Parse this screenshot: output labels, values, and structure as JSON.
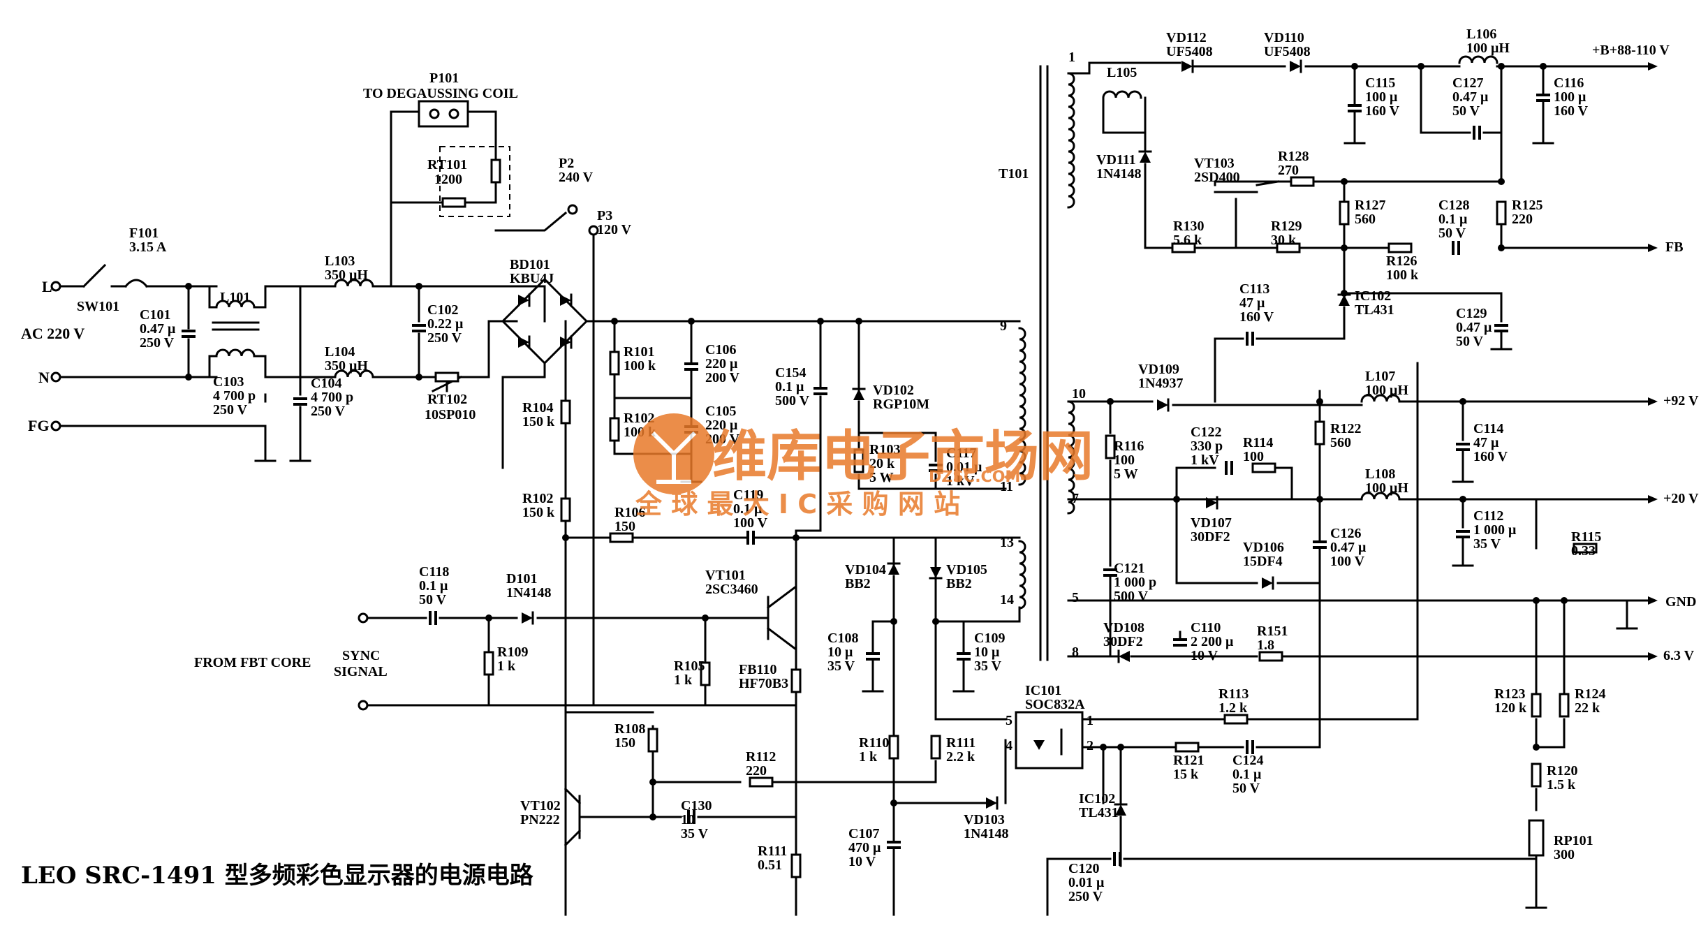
{
  "caption": "LEO SRC-1491 型多频彩色显示器的电源电路",
  "watermark": {
    "title": "维库电子市场网",
    "url": "DZSC.COM",
    "tagline": "全 球 最 大 I C 采 购 网 站",
    "color": "#e87a2a"
  },
  "terminals": {
    "L": "L",
    "N": "N",
    "FG": "FG",
    "ac": "AC 220 V",
    "sync1": "FROM FBT CORE",
    "sync2": "SYNC",
    "sync3": "SIGNAL"
  },
  "outputs": {
    "b": "+B+88-110 V",
    "fb": "FB",
    "v92": "+92 V",
    "v20": "+20 V",
    "gnd": "GND",
    "v63": "6.3 V"
  },
  "parts": {
    "sw101": "SW101",
    "f101": {
      "ref": "F101",
      "val": "3.15 A"
    },
    "l101": "L101",
    "c101": {
      "ref": "C101",
      "v1": "0.47 μ",
      "v2": "250 V"
    },
    "c103": {
      "ref": "C103",
      "v1": "4 700 p",
      "v2": "250 V"
    },
    "c104": {
      "ref": "C104",
      "v1": "4 700 p",
      "v2": "250 V"
    },
    "l103": {
      "ref": "L103",
      "val": "350 μH"
    },
    "l104": {
      "ref": "L104",
      "val": "350 μH"
    },
    "c102": {
      "ref": "C102",
      "v1": "0.22 μ",
      "v2": "250 V"
    },
    "rt102": {
      "ref": "RT102",
      "val": "10SP010"
    },
    "p101": {
      "ref": "P101",
      "val": "TO DEGAUSSING COIL"
    },
    "rt101": {
      "ref": "RT101",
      "val": "1200"
    },
    "p2": {
      "ref": "P2",
      "val": "240 V"
    },
    "p3": {
      "ref": "P3",
      "val": "120 V"
    },
    "bd101": {
      "ref": "BD101",
      "val": "KBU4J"
    },
    "r101": {
      "ref": "R101",
      "val": "100 k"
    },
    "r102": {
      "ref": "R102",
      "val": "100 k"
    },
    "c106": {
      "ref": "C106",
      "v1": "220 μ",
      "v2": "200 V"
    },
    "c105": {
      "ref": "C105",
      "v1": "220 μ",
      "v2": "200 V"
    },
    "c154": {
      "ref": "C154",
      "v1": "0.1 μ",
      "v2": "500 V"
    },
    "vd102": {
      "ref": "VD102",
      "val": "RGP10M"
    },
    "r103": {
      "ref": "R103",
      "v1": "20 k",
      "v2": "5 W"
    },
    "c117": {
      "ref": "C117",
      "v1": "0.01 μ",
      "v2": "1 kV"
    },
    "r104": {
      "ref": "R104",
      "val": "150 k"
    },
    "r102b": {
      "ref": "R102",
      "val": "150 k"
    },
    "r106": {
      "ref": "R106",
      "val": "150"
    },
    "c119": {
      "ref": "C119",
      "v1": "0.1 μ",
      "v2": "100 V"
    },
    "c118": {
      "ref": "C118",
      "v1": "0.1 μ",
      "v2": "50 V"
    },
    "d101": {
      "ref": "D101",
      "val": "1N4148"
    },
    "r109": {
      "ref": "R109",
      "val": "1 k"
    },
    "vt101": {
      "ref": "VT101",
      "val": "2SC3460"
    },
    "r105": {
      "ref": "R105",
      "val": "1 k"
    },
    "fb110": {
      "ref": "FB110",
      "val": "HF70B3"
    },
    "r108": {
      "ref": "R108",
      "val": "150"
    },
    "r112": {
      "ref": "R112",
      "val": "220"
    },
    "vt102": {
      "ref": "VT102",
      "val": "PN222"
    },
    "c130": {
      "ref": "C130",
      "v1": "10",
      "v2": "35 V"
    },
    "r111": {
      "ref": "R111",
      "val": "0.51"
    },
    "vd104": {
      "ref": "VD104",
      "val": "BB2"
    },
    "vd105": {
      "ref": "VD105",
      "val": "BB2"
    },
    "c108": {
      "ref": "C108",
      "v1": "10 μ",
      "v2": "35 V"
    },
    "c109": {
      "ref": "C109",
      "v1": "10 μ",
      "v2": "35 V"
    },
    "r110": {
      "ref": "R110",
      "val": "1 k"
    },
    "r111b": {
      "ref": "R111",
      "val": "2.2 k"
    },
    "c107": {
      "ref": "C107",
      "v1": "470 μ",
      "v2": "10 V"
    },
    "vd103": {
      "ref": "VD103",
      "val": "1N4148"
    },
    "ic101": {
      "ref": "IC101",
      "val": "SOC832A"
    },
    "t101": "T101",
    "l105": "L105",
    "vd112": {
      "ref": "VD112",
      "val": "UF5408"
    },
    "vd110": {
      "ref": "VD110",
      "val": "UF5408"
    },
    "l106": {
      "ref": "L106",
      "val": "100 μH"
    },
    "c115": {
      "ref": "C115",
      "v1": "100 μ",
      "v2": "160 V"
    },
    "c127": {
      "ref": "C127",
      "v1": "0.47 μ",
      "v2": "50 V"
    },
    "c116": {
      "ref": "C116",
      "v1": "100 μ",
      "v2": "160 V"
    },
    "vd111": {
      "ref": "VD111",
      "val": "1N4148"
    },
    "vt103": {
      "ref": "VT103",
      "val": "2SD400"
    },
    "r128": {
      "ref": "R128",
      "val": "270"
    },
    "r127": {
      "ref": "R127",
      "val": "560"
    },
    "c128": {
      "ref": "C128",
      "v1": "0.1 μ",
      "v2": "50 V"
    },
    "r125": {
      "ref": "R125",
      "val": "220"
    },
    "r130": {
      "ref": "R130",
      "val": "5.6 k"
    },
    "r129": {
      "ref": "R129",
      "val": "30 k"
    },
    "r126": {
      "ref": "R126",
      "val": "100 k"
    },
    "c113": {
      "ref": "C113",
      "v1": "47 μ",
      "v2": "160 V"
    },
    "ic102": {
      "ref": "IC102",
      "val": "TL431"
    },
    "c129": {
      "ref": "C129",
      "v1": "0.47 μ",
      "v2": "50 V"
    },
    "vd109": {
      "ref": "VD109",
      "val": "1N4937"
    },
    "l107": {
      "ref": "L107",
      "val": "100 μH"
    },
    "r116": {
      "ref": "R116",
      "v1": "100",
      "v2": "5 W"
    },
    "c122": {
      "ref": "C122",
      "v1": "330 p",
      "v2": "1 kV"
    },
    "r114": {
      "ref": "R114",
      "val": "100"
    },
    "r122": {
      "ref": "R122",
      "val": "560"
    },
    "c114": {
      "ref": "C114",
      "v1": "47 μ",
      "v2": "160 V"
    },
    "l108": {
      "ref": "L108",
      "val": "100 μH"
    },
    "vd107": {
      "ref": "VD107",
      "val": "30DF2"
    },
    "vd106": {
      "ref": "VD106",
      "val": "15DF4"
    },
    "c126": {
      "ref": "C126",
      "v1": "0.47 μ",
      "v2": "100 V"
    },
    "c112": {
      "ref": "C112",
      "v1": "1 000 μ",
      "v2": "35 V"
    },
    "r115": {
      "ref": "R115",
      "val": "0.33"
    },
    "c121": {
      "ref": "C121",
      "v1": "1 000 p",
      "v2": "500 V"
    },
    "vd108": {
      "ref": "VD108",
      "val": "30DF2"
    },
    "c110": {
      "ref": "C110",
      "v1": "2 200 μ",
      "v2": "10 V"
    },
    "r151": {
      "ref": "R151",
      "val": "1.8"
    },
    "r113": {
      "ref": "R113",
      "val": "1.2 k"
    },
    "r121": {
      "ref": "R121",
      "val": "15 k"
    },
    "c124": {
      "ref": "C124",
      "v1": "0.1 μ",
      "v2": "50 V"
    },
    "r123": {
      "ref": "R123",
      "val": "120 k"
    },
    "r124": {
      "ref": "R124",
      "val": "22 k"
    },
    "r120": {
      "ref": "R120",
      "val": "1.5 k"
    },
    "ic102b": {
      "ref": "IC102",
      "val": "TL431"
    },
    "rp101": {
      "ref": "RP101",
      "val": "300"
    },
    "c120": {
      "ref": "C120",
      "v1": "0.01 μ",
      "v2": "250 V"
    }
  },
  "pins": {
    "t1": "1",
    "t9": "9",
    "t11": "11",
    "t13": "13",
    "t14": "14",
    "t10": "10",
    "t7": "7",
    "t5": "5",
    "t8": "8",
    "o5": "5",
    "o4": "4",
    "o1": "1",
    "o2": "2"
  }
}
